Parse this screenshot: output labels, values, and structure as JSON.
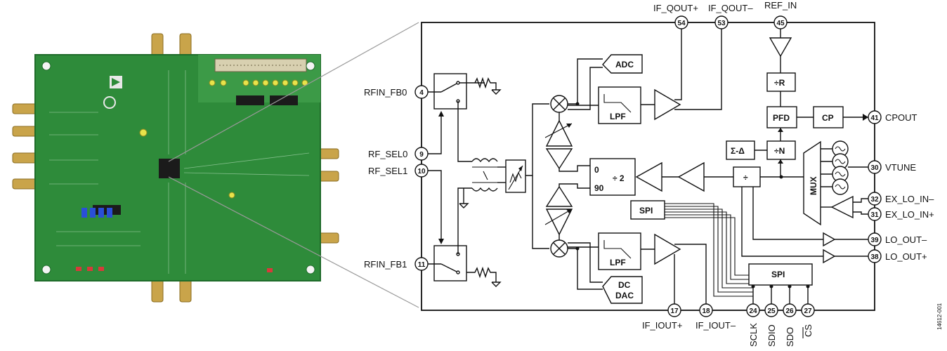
{
  "pins": {
    "p54": {
      "num": "54",
      "label": "IF_QOUT+"
    },
    "p53": {
      "num": "53",
      "label": "IF_QOUT–"
    },
    "p45": {
      "num": "45",
      "label": "REF_IN"
    },
    "p4": {
      "num": "4",
      "label": "RFIN_FB0"
    },
    "p9": {
      "num": "9",
      "label": "RF_SEL0"
    },
    "p10": {
      "num": "10",
      "label": "RF_SEL1"
    },
    "p11": {
      "num": "11",
      "label": "RFIN_FB1"
    },
    "p41": {
      "num": "41",
      "label": "CPOUT"
    },
    "p30": {
      "num": "30",
      "label": "VTUNE"
    },
    "p32": {
      "num": "32",
      "label": "EX_LO_IN–"
    },
    "p31": {
      "num": "31",
      "label": "EX_LO_IN+"
    },
    "p39": {
      "num": "39",
      "label": "LO_OUT–"
    },
    "p38": {
      "num": "38",
      "label": "LO_OUT+"
    },
    "p17": {
      "num": "17",
      "label": "IF_IOUT+"
    },
    "p18": {
      "num": "18",
      "label": "IF_IOUT–"
    },
    "p24": {
      "num": "24",
      "label": "SCLK"
    },
    "p25": {
      "num": "25",
      "label": "SDIO"
    },
    "p26": {
      "num": "26",
      "label": "SDO"
    },
    "p27": {
      "num": "27",
      "label": "CS"
    }
  },
  "blocks": {
    "adc": "ADC",
    "lpf_top": "LPF",
    "lpf_bot": "LPF",
    "div_r": "÷R",
    "pfd": "PFD",
    "cp": "CP",
    "sigma_delta": "Σ-Δ",
    "div_n": "÷N",
    "mux": "MUX",
    "quad_div_0": "0",
    "quad_div_90": "90",
    "quad_div_2": "÷ 2",
    "lo_div": "÷",
    "spi_inner": "SPI",
    "spi_main": "SPI",
    "dc_dac_1": "DC",
    "dc_dac_2": "DAC"
  },
  "figure_id": "14612-001",
  "colors": {
    "pcb_green": "#2e8b3a",
    "pcb_dark": "#1f6b2a",
    "connector_gold": "#c9a44a",
    "line": "#111111",
    "zoom_lines": "#9a9a9a"
  }
}
